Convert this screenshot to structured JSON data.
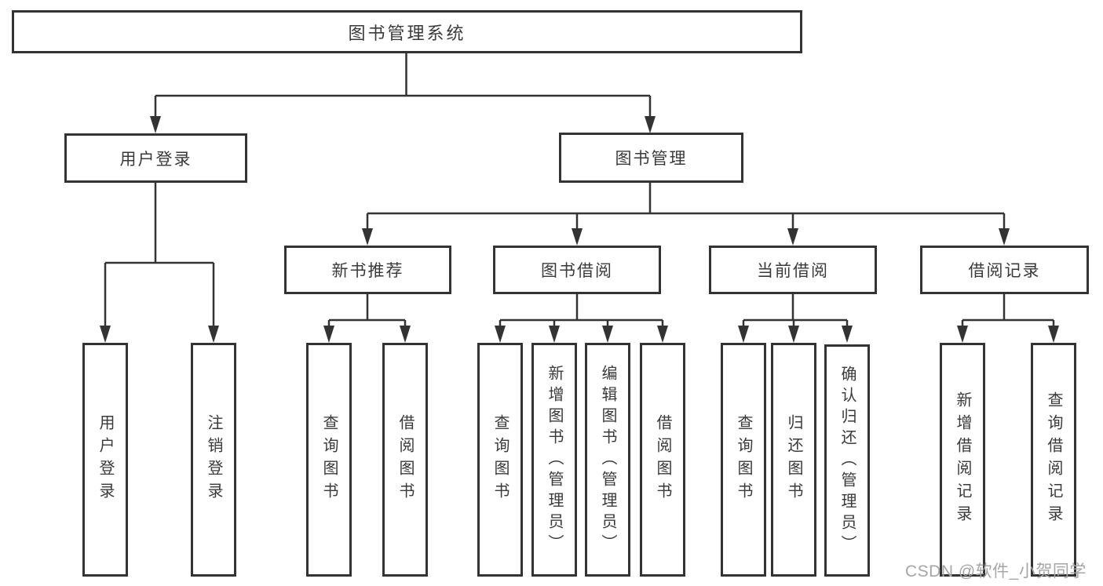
{
  "diagram": {
    "root": "图书管理系统",
    "user_login": {
      "label": "用户登录",
      "children": [
        "用户登录",
        "注销登录"
      ]
    },
    "book_management": {
      "label": "图书管理",
      "sections": {
        "new_book_recommendation": {
          "label": "新书推荐",
          "children": [
            "查询图书",
            "借阅图书"
          ]
        },
        "book_borrowing": {
          "label": "图书借阅",
          "children": [
            "查询图书",
            "新增图书（管理员）",
            "编辑图书（管理员）",
            "借阅图书"
          ]
        },
        "current_borrowing": {
          "label": "当前借阅",
          "children": [
            "查询图书",
            "归还图书",
            "确认归还（管理员）"
          ]
        },
        "borrowing_records": {
          "label": "借阅记录",
          "children": [
            "新增借阅记录",
            "查询借阅记录"
          ]
        }
      }
    }
  },
  "colors": {
    "line": "#333333",
    "box_border": "#333333",
    "text": "#3a3a3a",
    "watermark": "#a6a6a6",
    "background": "#ffffff"
  },
  "watermark": {
    "text": "CSDN @软件_小贺同学"
  }
}
